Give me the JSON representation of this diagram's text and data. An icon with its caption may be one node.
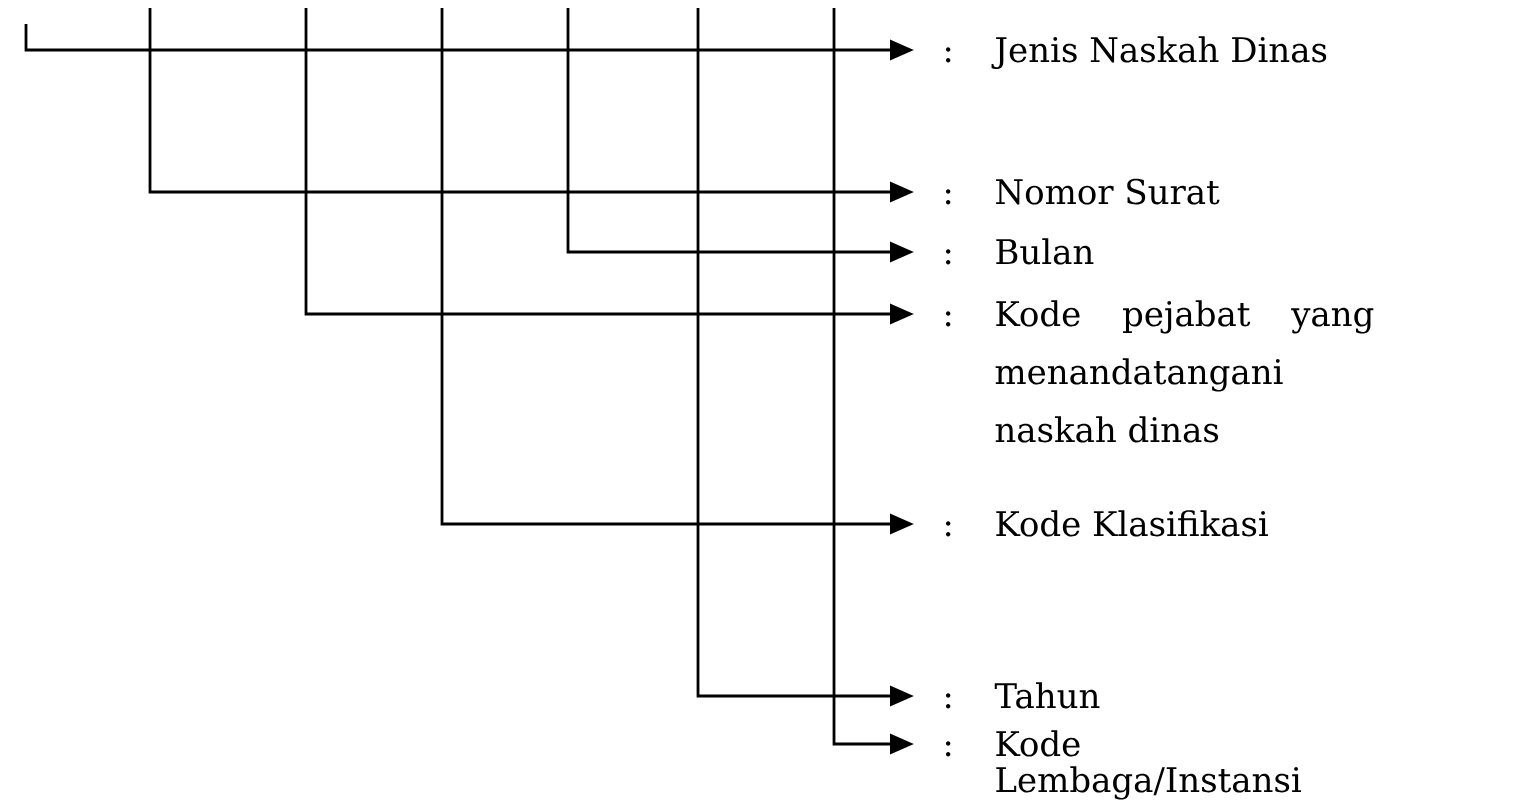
{
  "diagram": {
    "nodes": [
      {
        "text": [
          "Jenis Naskah Dinas"
        ]
      },
      {
        "text": [
          "Nomor Surat"
        ]
      },
      {
        "text": [
          "Bulan"
        ]
      },
      {
        "text": [
          "Kode pejabat yang menandatangani naskah dinas"
        ]
      },
      {
        "text": [
          "Kode Klasifikasi"
        ]
      },
      {
        "text": [
          "Tahun"
        ]
      },
      {
        "text": [
          "Kode Lembaga/Instansi"
        ]
      }
    ],
    "edges": [
      {
        "from": null,
        "to": 0,
        "arrow": "to"
      },
      {
        "from": null,
        "to": 1,
        "arrow": "to"
      },
      {
        "from": null,
        "to": 2,
        "arrow": "to"
      },
      {
        "from": null,
        "to": 3,
        "arrow": "to"
      },
      {
        "from": null,
        "to": 4,
        "arrow": "to"
      },
      {
        "from": null,
        "to": 5,
        "arrow": "to"
      },
      {
        "from": null,
        "to": 6,
        "arrow": "to"
      }
    ],
    "labels": [
      ":",
      ":",
      ":",
      ":",
      ":",
      ":",
      ":"
    ]
  }
}
